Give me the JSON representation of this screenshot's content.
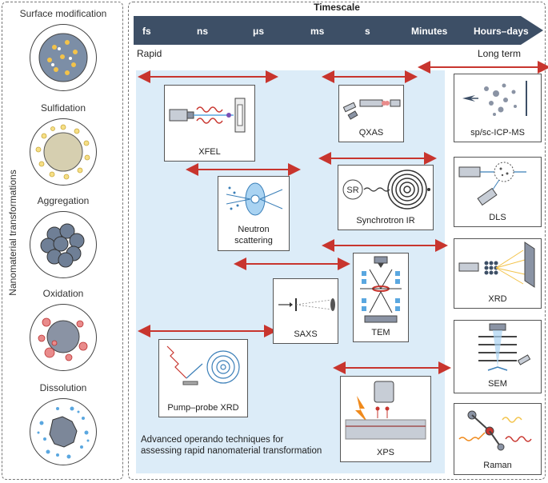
{
  "side_label": "Nanomaterial transformations",
  "transformations": [
    {
      "label": "Surface modification",
      "icon": "surface-modification-icon"
    },
    {
      "label": "Sulfidation",
      "icon": "sulfidation-icon"
    },
    {
      "label": "Aggregation",
      "icon": "aggregation-icon"
    },
    {
      "label": "Oxidation",
      "icon": "oxidation-icon"
    },
    {
      "label": "Dissolution",
      "icon": "dissolution-icon"
    }
  ],
  "timescale": {
    "title": "Timescale",
    "ticks": [
      "fs",
      "ns",
      "μs",
      "ms",
      "s",
      "Minutes",
      "Hours–days"
    ],
    "start_label": "Rapid",
    "end_label": "Long term"
  },
  "techniques": {
    "xfel": "XFEL",
    "qxas": "QXAS",
    "neutron": "Neutron\nscattering",
    "synchrotron_ir": "Synchrotron IR",
    "saxs": "SAXS",
    "tem": "TEM",
    "pump_probe_xrd": "Pump–probe XRD",
    "xps": "XPS",
    "icp_ms": "sp/sc-ICP-MS",
    "dls": "DLS",
    "xrd": "XRD",
    "sem": "SEM",
    "raman": "Raman",
    "synchrotron_ir_icon_text": "SR"
  },
  "caption": "Advanced operando techniques for assessing rapid nanomaterial transformation",
  "colors": {
    "arrow": "#c8352e",
    "timeline": "#3d4f66",
    "panel": "#dcecf8"
  }
}
